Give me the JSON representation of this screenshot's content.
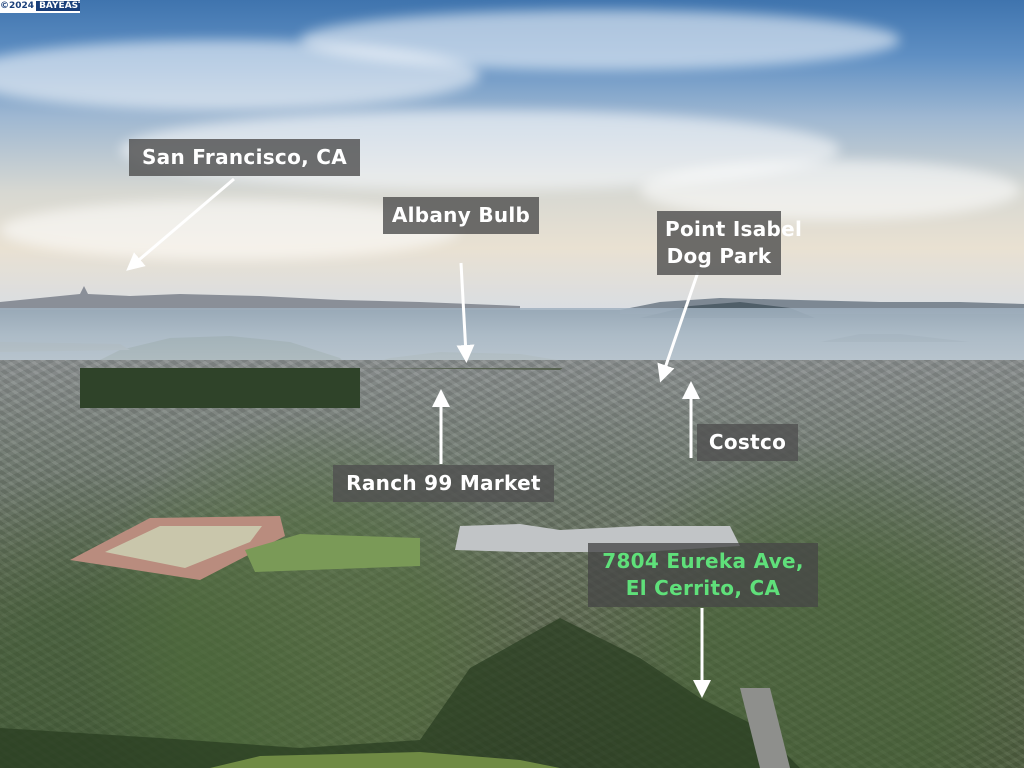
{
  "logo": {
    "year": "©2024",
    "brand": "BAYEAST"
  },
  "labels": {
    "san_francisco": "San Francisco, CA",
    "albany_bulb": "Albany Bulb",
    "point_isabel_line1": "Point Isabel",
    "point_isabel_line2": "Dog Park",
    "costco": "Costco",
    "ranch99": "Ranch 99 Market",
    "address_line1": "7804 Eureka Ave,",
    "address_line2": "El Cerrito, CA"
  },
  "colors": {
    "label_bg": "#505050",
    "label_text": "#ffffff",
    "address_text": "#5fe07a",
    "arrow": "#ffffff"
  }
}
